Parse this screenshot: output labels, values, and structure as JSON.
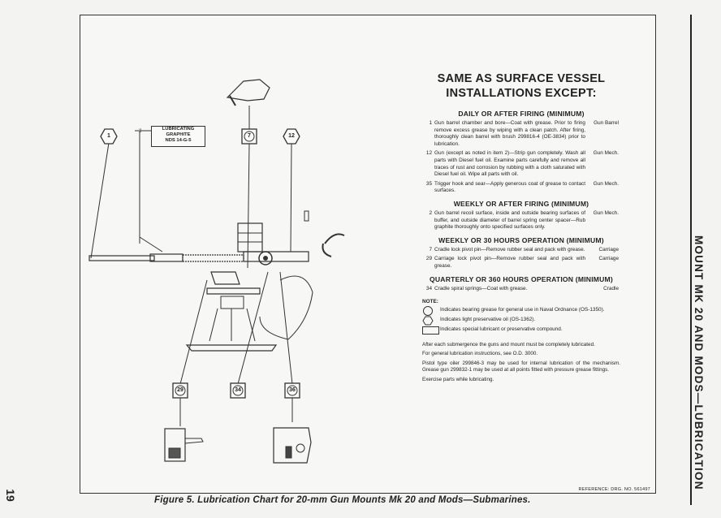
{
  "page_number": "19",
  "side_title": "MOUNT MK 20 AND MODS—LUBRICATION",
  "caption": "Figure 5.  Lubrication Chart for 20-mm Gun Mounts Mk 20 and Mods—Submarines.",
  "reference": "REFERENCE: DRG. NO. 561497",
  "diagram": {
    "graphite_label": [
      "LUBRICATING",
      "GRAPHITE",
      "NDS 14-G-5"
    ],
    "graphite_item": "2",
    "callouts": [
      "1",
      "7",
      "12",
      "29",
      "34",
      "36"
    ]
  },
  "instructions": {
    "headline": [
      "SAME AS SURFACE VESSEL",
      "INSTALLATIONS EXCEPT:"
    ],
    "sections": [
      {
        "title": "DAILY OR AFTER FIRING (MINIMUM)",
        "items": [
          {
            "num": "1",
            "text": "Gun barrel chamber and bore—Coat with grease. Prior to firing remove excess grease by wiping with a clean patch. After firing, thoroughly clean barrel with brush 299816-4 (OE-3834) prior to lubrication.",
            "location": "Gun Barrel"
          },
          {
            "num": "12",
            "text": "Gun (except as noted in item 2)—Strip gun completely. Wash all parts with Diesel fuel oil. Examine parts carefully and remove all traces of rust and corrosion by rubbing with a cloth saturated with Diesel fuel oil. Wipe all parts with oil.",
            "location": "Gun Mech."
          },
          {
            "num": "35",
            "text": "Trigger hook and sear—Apply generous coat of grease to contact surfaces.",
            "location": "Gun Mech."
          }
        ]
      },
      {
        "title": "WEEKLY OR AFTER FIRING (MINIMUM)",
        "items": [
          {
            "num": "2",
            "text": "Gun barrel recoil surface, inside and outside bearing surfaces of buffer, and outside diameter of barrel spring center spacer—Rub graphite thoroughly onto specified surfaces only.",
            "location": "Gun Mech."
          }
        ]
      },
      {
        "title": "WEEKLY OR 30 HOURS OPERATION (MINIMUM)",
        "items": [
          {
            "num": "7",
            "text": "Cradle lock pivot pin—Remove rubber seal and pack with grease.",
            "location": "Carriage"
          },
          {
            "num": "29",
            "text": "Carriage lock pivot pin—Remove rubber seal and pack with grease.",
            "location": "Carriage"
          }
        ]
      },
      {
        "title": "QUARTERLY OR 360 HOURS OPERATION (MINIMUM)",
        "items": [
          {
            "num": "34",
            "text": "Cradle spiral springs—Coat with grease.",
            "location": "Cradle"
          }
        ]
      }
    ],
    "note": {
      "label": "NOTE:",
      "legend": [
        {
          "shape": "circle",
          "text": "Indicates bearing grease for general use in Naval Ordnance (OS-1350)."
        },
        {
          "shape": "hexagon",
          "text": "Indicates light preservative oil (OS-1362)."
        },
        {
          "shape": "rectangle",
          "text": "Indicates special lubricant or preservative compound."
        }
      ]
    },
    "paragraphs": [
      "After each submergence the guns and mount must be completely lubricated.",
      "For general lubrication instructions, see O.D. 3000.",
      "Pistol type oiler 299846-3 may be used for internal lubrication of the mechanism. Grease gun 299832-1 may be used at all points fitted with pressure grease fittings.",
      "Exercise parts while lubricating."
    ]
  }
}
